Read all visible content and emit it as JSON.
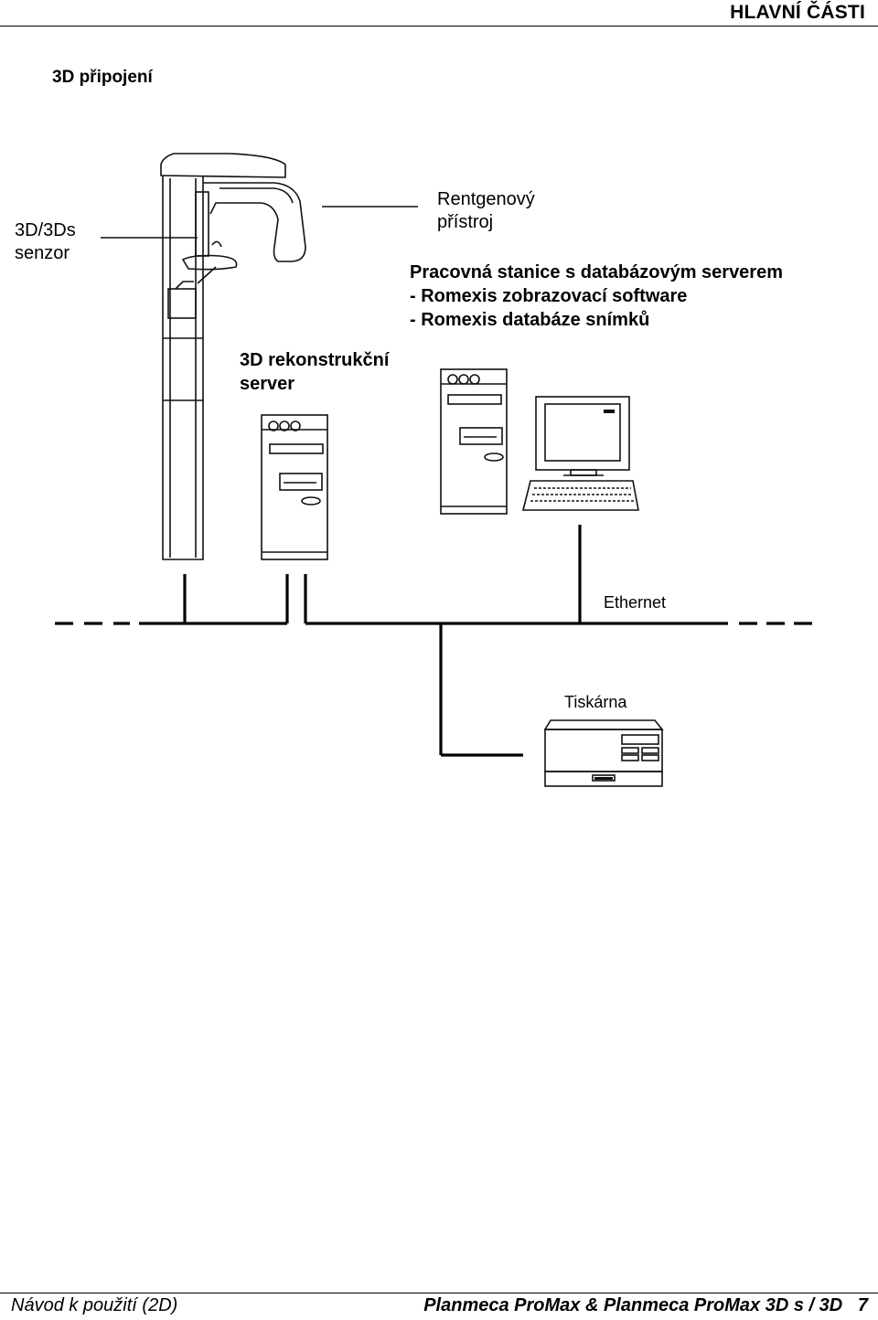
{
  "header": {
    "title": "HLAVNÍ ČÁSTI"
  },
  "section": {
    "title": "3D připojení"
  },
  "labels": {
    "sensor_line1": "3D/3Ds",
    "sensor_line2": "senzor",
    "xray_line1": "Rentgenový",
    "xray_line2": "přístroj",
    "workstation_line1": "Pracovná stanice s databázovým serverem",
    "workstation_line2": "- Romexis zobrazovací software",
    "workstation_line3": "- Romexis databáze snímků",
    "recon_line1": "3D rekonstrukční",
    "recon_line2": "server",
    "ethernet": "Ethernet",
    "printer": "Tiskárna"
  },
  "footer": {
    "left": "Návod k použití (2D)",
    "right": "Planmeca ProMax & Planmeca ProMax 3D s / 3D   7"
  }
}
